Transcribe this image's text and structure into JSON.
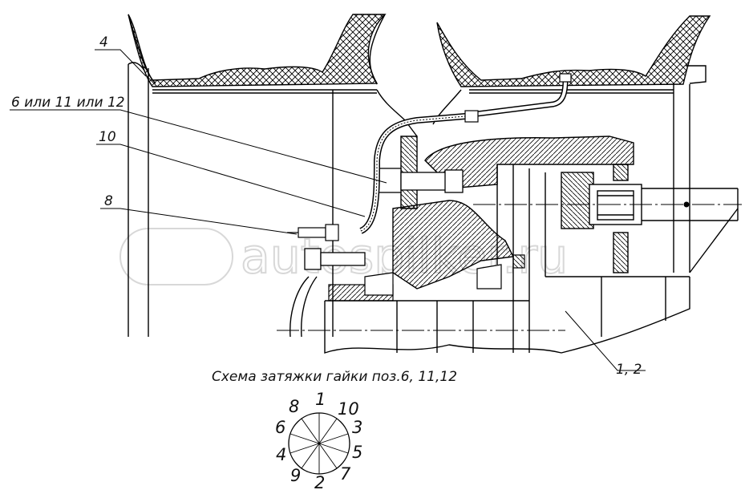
{
  "callouts": {
    "tire": "4",
    "studs": "6 или 11 или 12",
    "hose": "10",
    "valve": "8",
    "hub": "1, 2"
  },
  "scheme": {
    "title": "Схема затяжки гайки поз.6, 11,12",
    "bolt_numbers": [
      "1",
      "2",
      "3",
      "4",
      "5",
      "6",
      "7",
      "8",
      "9",
      "10"
    ]
  },
  "watermark": "autospilker.ru"
}
